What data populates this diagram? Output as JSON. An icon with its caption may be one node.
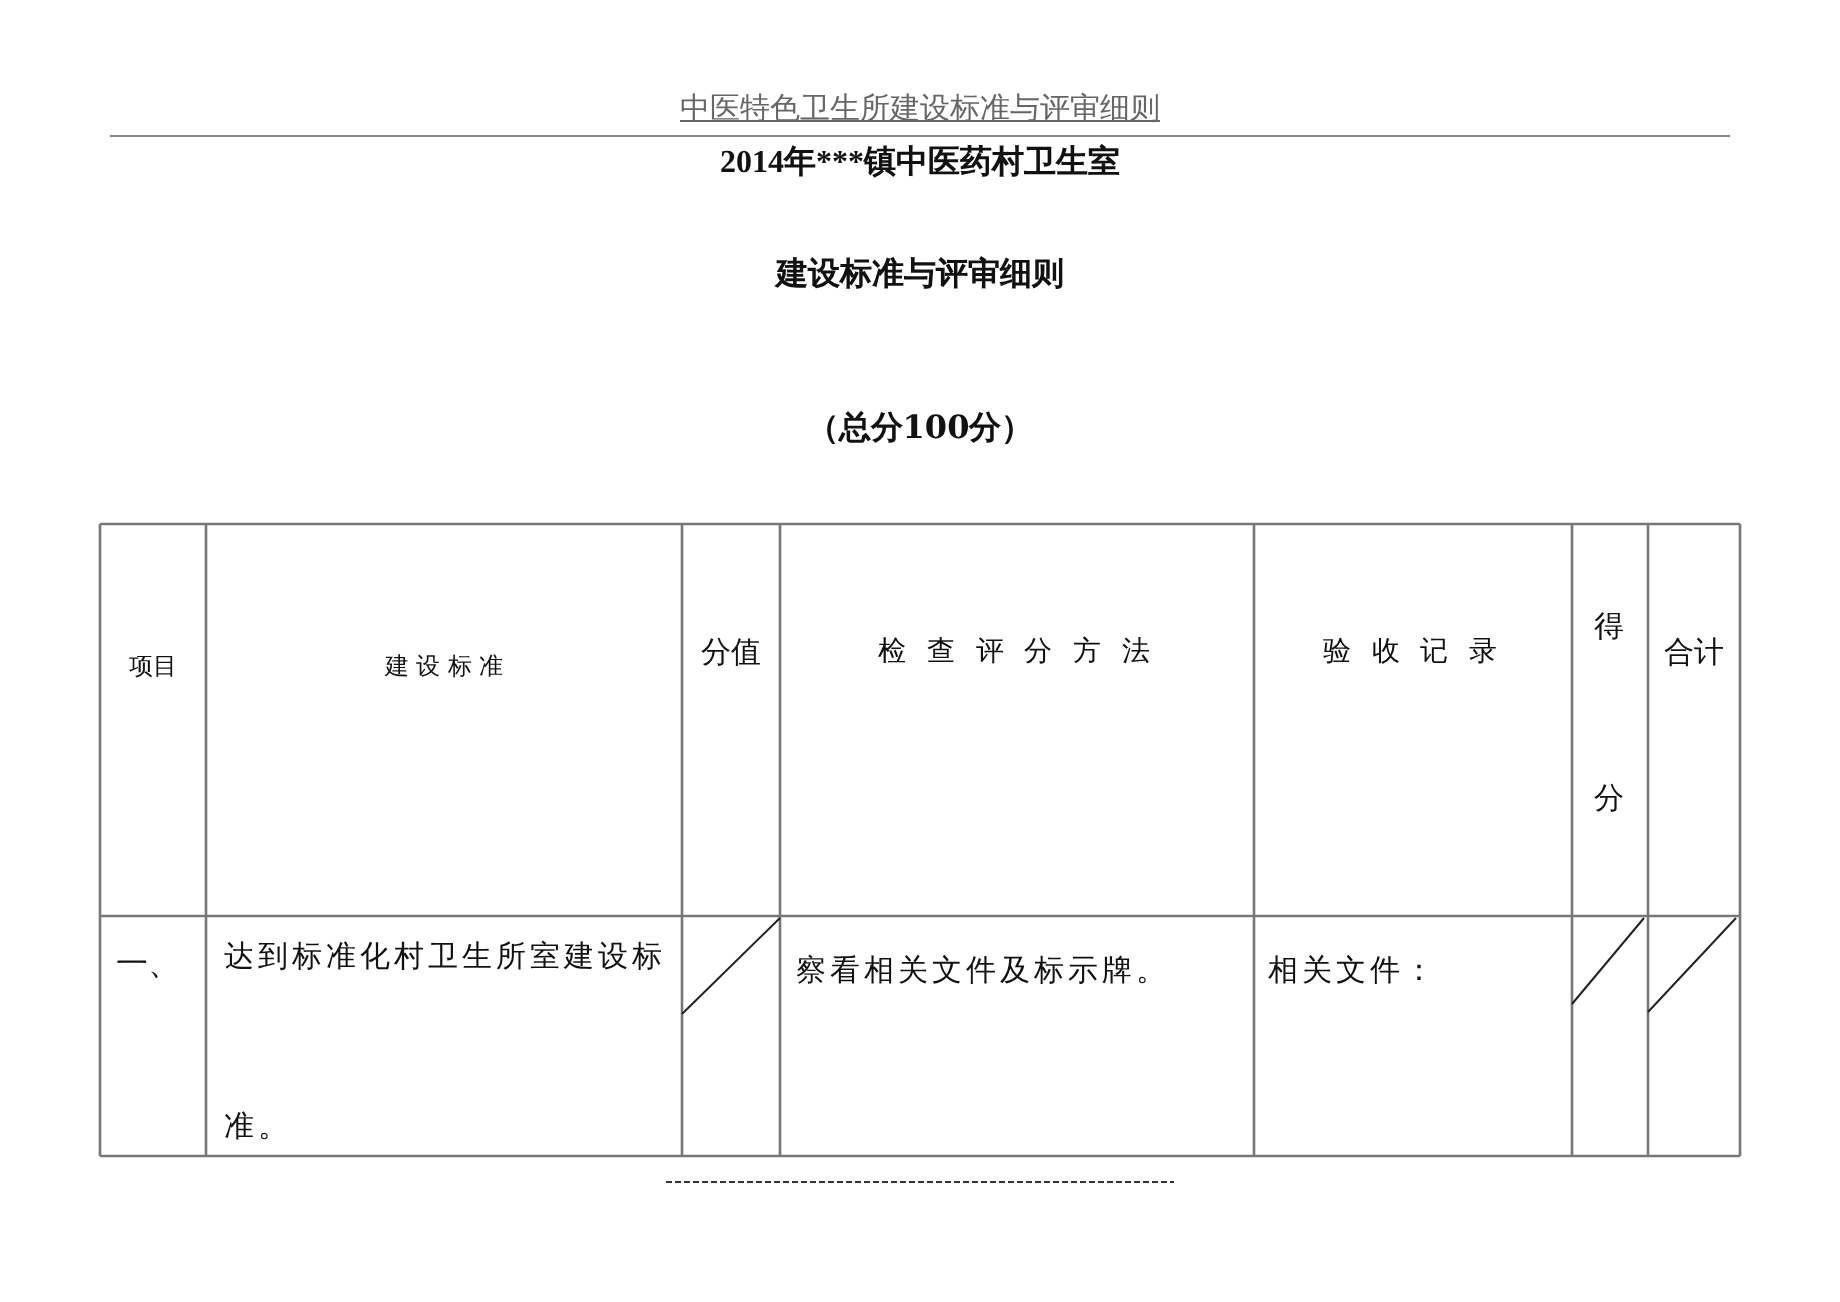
{
  "diagram": {
    "title": "2014年***镇中医药村卫生室",
    "labels": [
      "中医特色卫生所建设标准与评审细则",
      "建设标准与评审细则",
      "（总分100分）",
      "项目",
      "建 设 标 准",
      "分值",
      "检 查 评 分 方 法",
      "验 收 记 录",
      "得分",
      "合计",
      "一、",
      "达到标准化村卫生所室建设标准。",
      "察看相关文件及标示牌。",
      "相关文件："
    ]
  }
}
